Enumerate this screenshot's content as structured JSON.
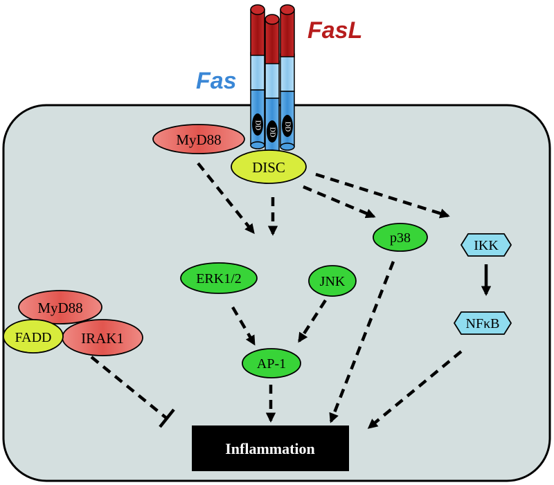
{
  "labels": {
    "fasl": "FasL",
    "fas": "Fas",
    "dd": "DD",
    "myd88_top": "MyD88",
    "disc": "DISC",
    "p38": "p38",
    "ikk": "IKK",
    "erk": "ERK1/2",
    "jnk": "JNK",
    "myd88_complex": "MyD88",
    "fadd": "FADD",
    "irak1": "IRAK1",
    "ap1": "AP-1",
    "nfkb": "NFκB",
    "inflammation": "Inflammation"
  },
  "colors": {
    "fasl": "#b71c1c",
    "fas": "#3a87d6",
    "cell_fill": "#d4dfdf",
    "receptor_light": "#a8d2f0",
    "receptor_dark": "#4a9ee0",
    "ligand": "#b01818",
    "myd88": "#e86a64",
    "disc": "#d8ec3c",
    "kinase_green": "#38d438",
    "ikk_cyan": "#8fdcef",
    "inflammation_box": "#000000"
  }
}
